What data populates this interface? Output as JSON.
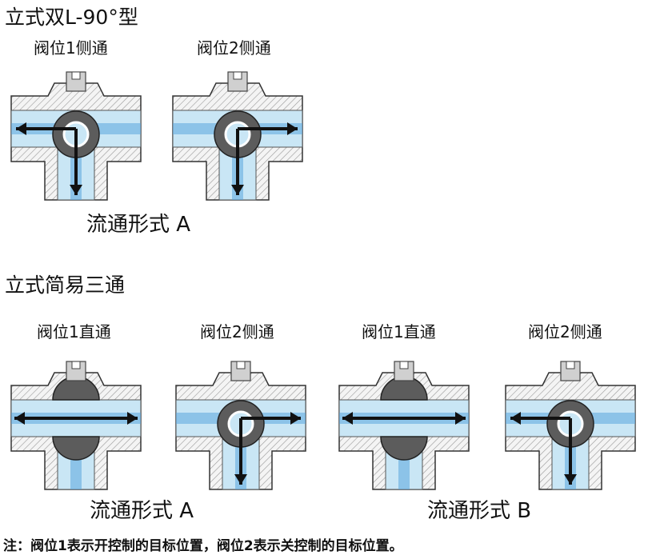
{
  "section1": {
    "title": "立式双L-90°型",
    "valves": [
      {
        "label": "阀位1侧通",
        "flow_dirs": [
          "left",
          "down"
        ],
        "port_bottom": true
      },
      {
        "label": "阀位2侧通",
        "flow_dirs": [
          "right",
          "down"
        ],
        "port_bottom": true
      }
    ],
    "flow_label": "流通形式 A"
  },
  "section2": {
    "title": "立式简易三通",
    "valves": [
      {
        "label": "阀位1直通",
        "flow_dirs": [
          "left",
          "right"
        ],
        "port_bottom": true
      },
      {
        "label": "阀位2侧通",
        "flow_dirs": [
          "right",
          "down"
        ],
        "port_bottom": true
      },
      {
        "label": "阀位1直通",
        "flow_dirs": [
          "left",
          "right"
        ],
        "port_bottom": true
      },
      {
        "label": "阀位2侧通",
        "flow_dirs": [
          "left",
          "down"
        ],
        "port_bottom": true
      }
    ],
    "flow_labels": [
      "流通形式 A",
      "流通形式 B"
    ]
  },
  "note": "注：阀位1表示开控制的目标位置，阀位2表示关控制的目标位置。",
  "colors": {
    "fluid": "#c9e6f5",
    "fluid_core": "#5aa6dd",
    "ball": "#5c5c5c",
    "body_fill": "#f4f4f4",
    "hatch": "#9a9a9a",
    "arrow": "#111111",
    "stem": "#d0d0d0"
  }
}
